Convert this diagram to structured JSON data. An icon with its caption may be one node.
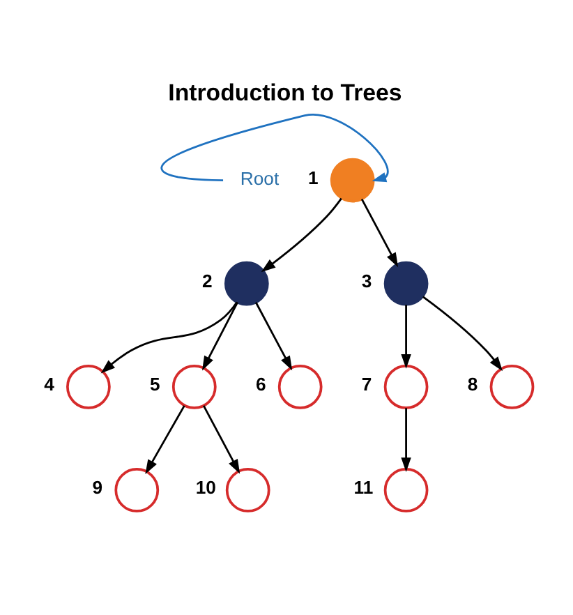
{
  "diagram": {
    "title": "Introduction to Trees",
    "nodes": [
      {
        "text": [],
        "shape": "circle",
        "beside": [
          "1"
        ]
      },
      {
        "text": [],
        "shape": "circle",
        "beside": [
          "2"
        ]
      },
      {
        "text": [],
        "shape": "circle",
        "beside": [
          "3"
        ]
      },
      {
        "text": [],
        "shape": "circle",
        "beside": [
          "4"
        ]
      },
      {
        "text": [],
        "shape": "circle",
        "beside": [
          "5"
        ]
      },
      {
        "text": [],
        "shape": "circle",
        "beside": [
          "6"
        ]
      },
      {
        "text": [],
        "shape": "circle",
        "beside": [
          "7"
        ]
      },
      {
        "text": [],
        "shape": "circle",
        "beside": [
          "8"
        ]
      },
      {
        "text": [],
        "shape": "circle",
        "beside": [
          "9"
        ]
      },
      {
        "text": [],
        "shape": "circle",
        "beside": [
          "10"
        ]
      },
      {
        "text": [],
        "shape": "circle",
        "beside": [
          "11"
        ]
      },
      {
        "text": [
          "Root"
        ]
      }
    ],
    "edges": [
      {
        "from": 0,
        "to": 1,
        "arrow": "to"
      },
      {
        "from": 0,
        "to": 2,
        "arrow": "to"
      },
      {
        "from": 1,
        "to": 3,
        "arrow": "to"
      },
      {
        "from": 1,
        "to": 4,
        "arrow": "to"
      },
      {
        "from": 1,
        "to": 5,
        "arrow": "to"
      },
      {
        "from": 2,
        "to": 6,
        "arrow": "to"
      },
      {
        "from": 2,
        "to": 7,
        "arrow": "to"
      },
      {
        "from": 4,
        "to": 8,
        "arrow": "to"
      },
      {
        "from": 4,
        "to": 9,
        "arrow": "to"
      },
      {
        "from": 6,
        "to": 10,
        "arrow": "to"
      },
      {
        "from": 11,
        "to": 0,
        "arrow": "to",
        "color": "#1f72c0"
      }
    ]
  }
}
